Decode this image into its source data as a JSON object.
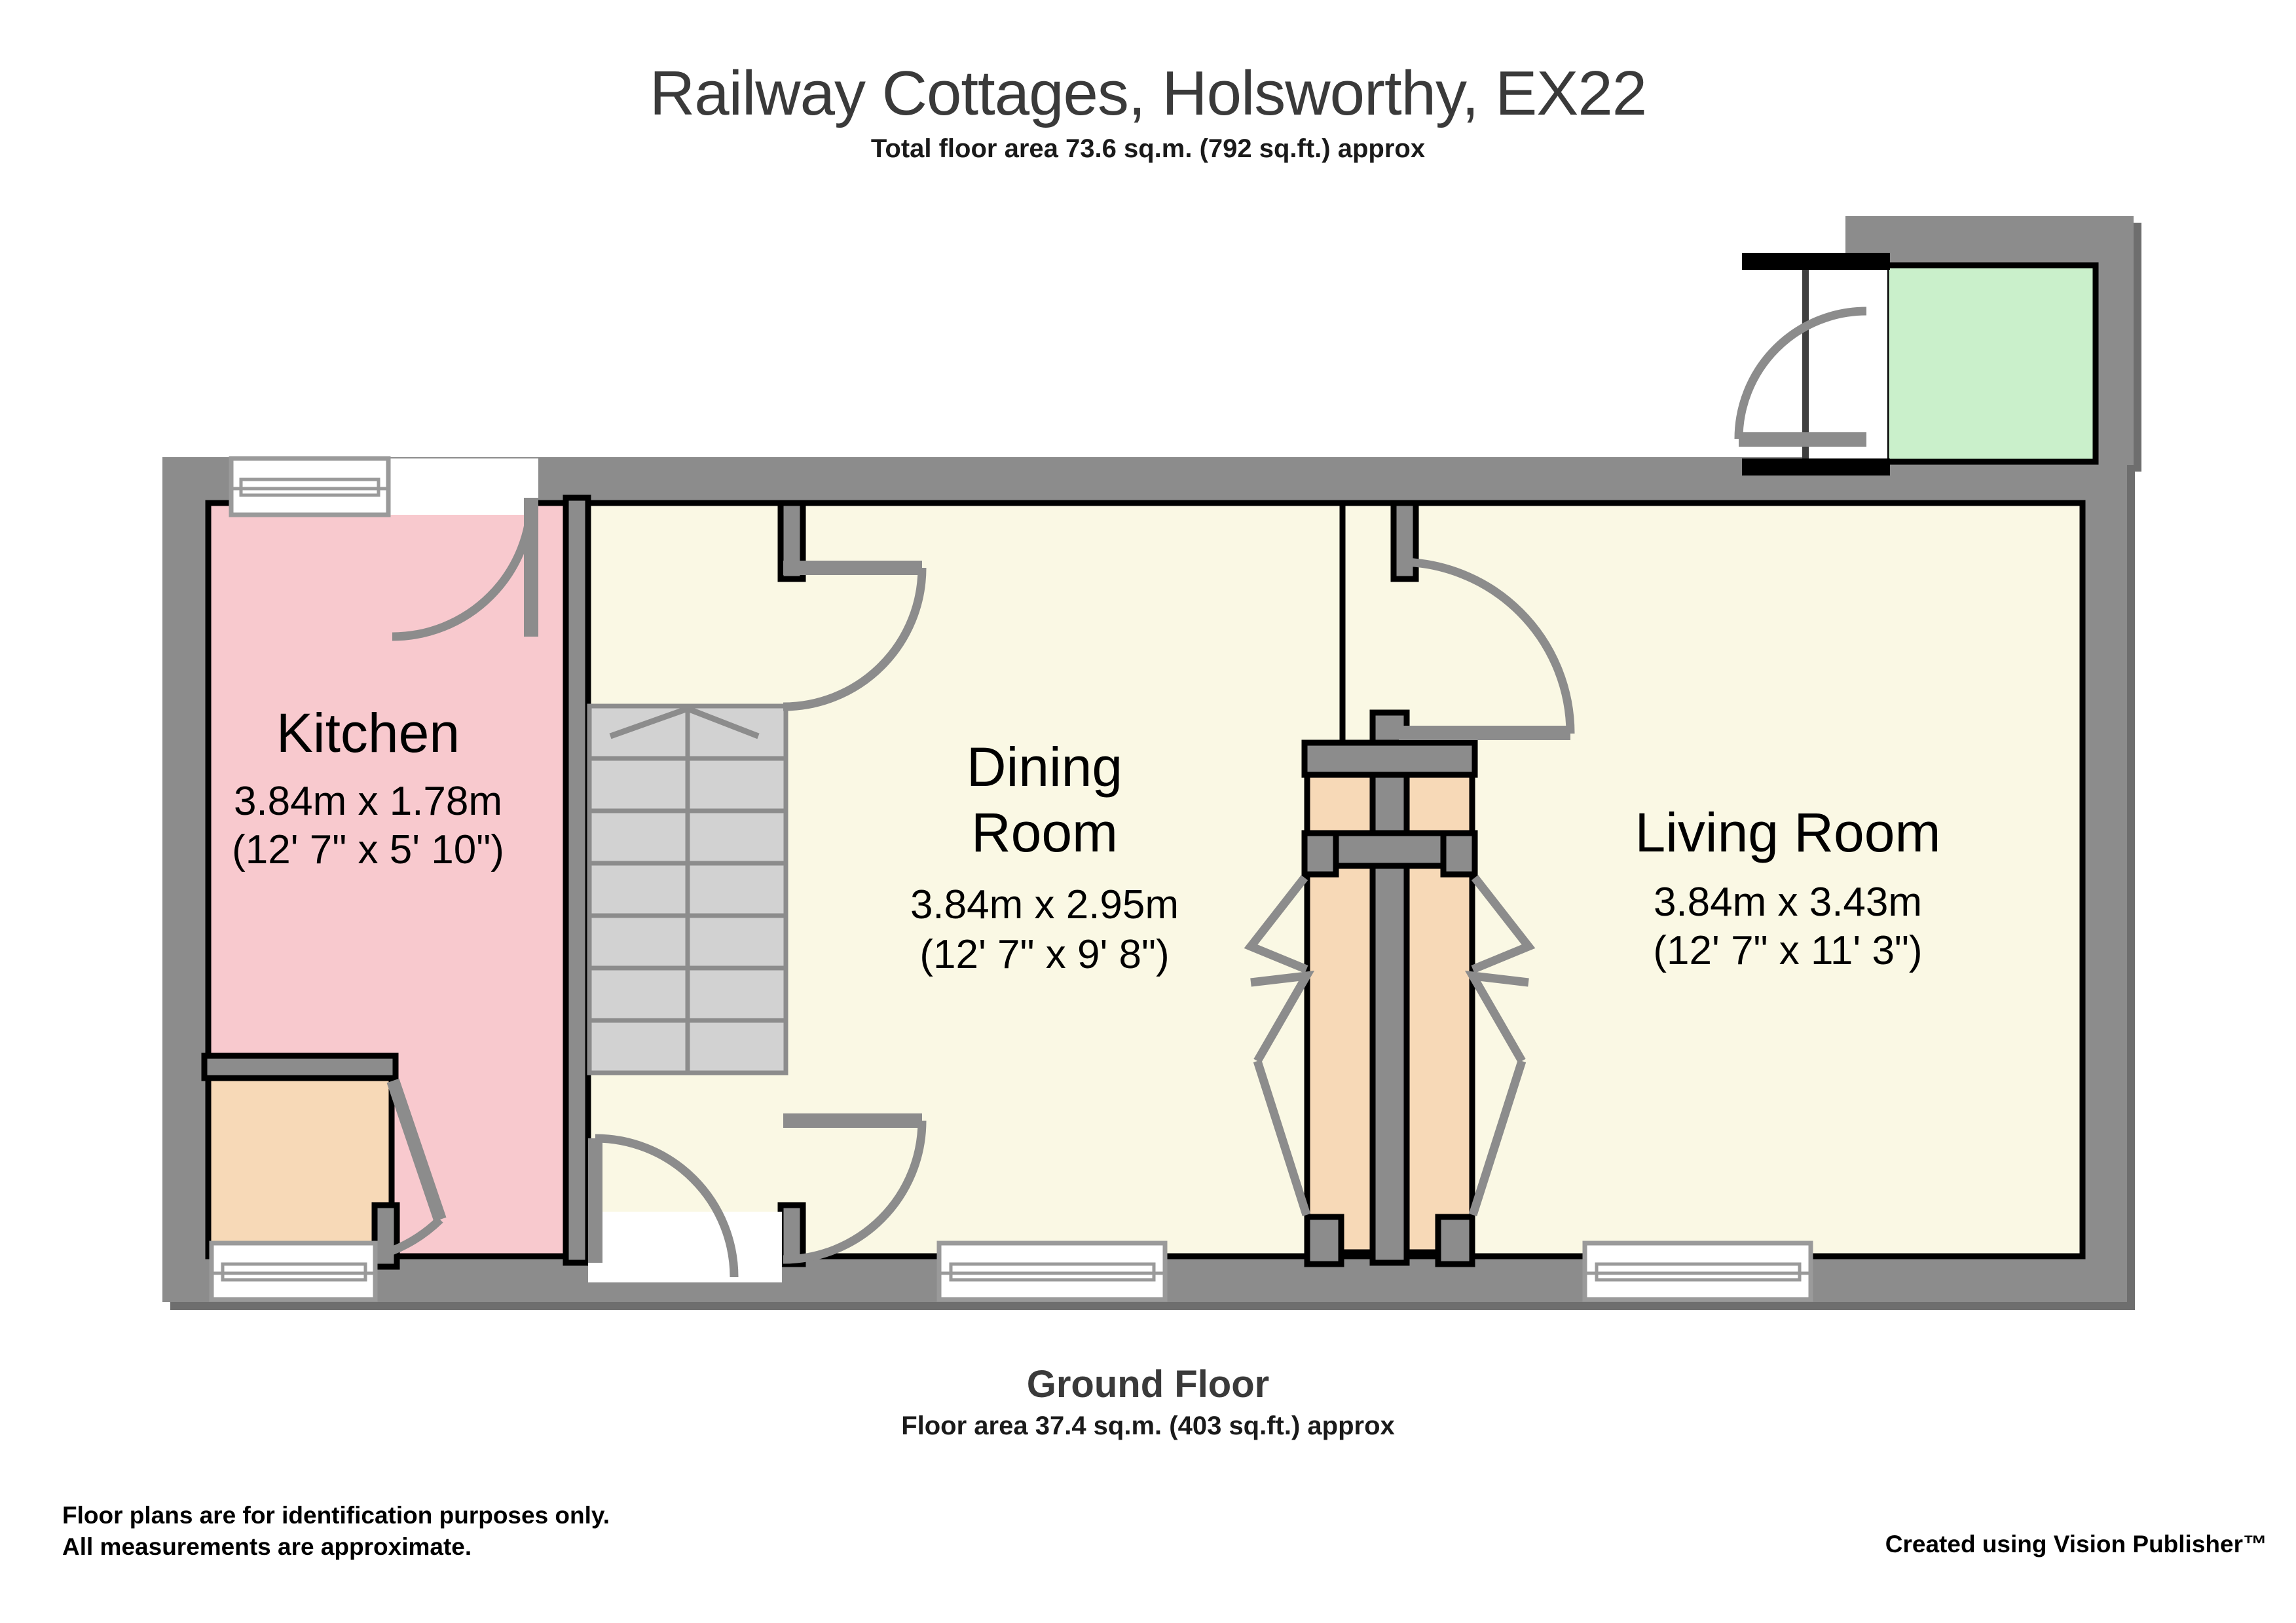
{
  "header": {
    "title": "Railway Cottages, Holsworthy, EX22",
    "subtitle": "Total floor area 73.6 sq.m. (792 sq.ft.) approx"
  },
  "footer": {
    "floor_name": "Ground Floor",
    "floor_area": "Floor area 37.4 sq.m. (403 sq.ft.) approx",
    "disclaimer_line1": "Floor plans are for identification purposes only.",
    "disclaimer_line2": "All measurements are approximate.",
    "credit": "Created using Vision Publisher™"
  },
  "rooms": [
    {
      "id": "kitchen",
      "name": "Kitchen",
      "dim_metric": "3.84m x 1.78m",
      "dim_imperial": "(12' 7\" x 5' 10\")",
      "fill": "#f8c9ce"
    },
    {
      "id": "dining-room",
      "name_line1": "Dining",
      "name_line2": "Room",
      "dim_metric": "3.84m x 2.95m",
      "dim_imperial": "(12' 7\" x 9' 8\")",
      "fill": "#faf8e4"
    },
    {
      "id": "living-room",
      "name": "Living Room",
      "dim_metric": "3.84m x 3.43m",
      "dim_imperial": "(12' 7\" x 11' 3\")",
      "fill": "#faf8e4"
    }
  ],
  "features": {
    "porch_fill": "#caf0cb",
    "alcove_fill": "#f7d9b7",
    "fireplace_fill": "#f7d9b7",
    "stair_fill": "#d2d2d2",
    "wall_fill": "#8c8c8c",
    "wall_shadow": "#6e6e6e",
    "wall_outline": "#000000",
    "door_swing_color": "#8c8c8c",
    "window_fill": "#ffffff",
    "window_stroke": "#9a9a9a"
  }
}
